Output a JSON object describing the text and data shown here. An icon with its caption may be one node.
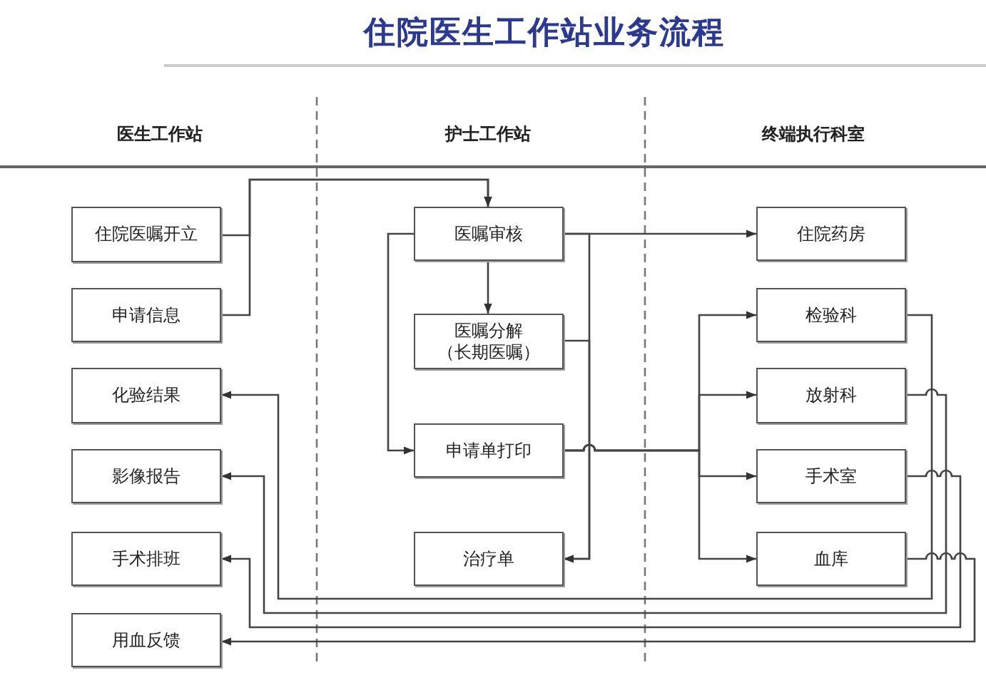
{
  "diagram": {
    "title": "住院医生工作站业务流程",
    "nodes": [
      {
        "text": [
          "住院医嘱开立"
        ]
      },
      {
        "text": [
          "申请信息"
        ]
      },
      {
        "text": [
          "化验结果"
        ]
      },
      {
        "text": [
          "影像报告"
        ]
      },
      {
        "text": [
          "手术排班"
        ]
      },
      {
        "text": [
          "用血反馈"
        ]
      },
      {
        "text": [
          "医嘱审核"
        ]
      },
      {
        "text": [
          "医嘱分解（长期医嘱）"
        ]
      },
      {
        "text": [
          "申请单打印"
        ]
      },
      {
        "text": [
          "治疗单"
        ]
      },
      {
        "text": [
          "住院药房"
        ]
      },
      {
        "text": [
          "检验科"
        ]
      },
      {
        "text": [
          "放射科"
        ]
      },
      {
        "text": [
          "手术室"
        ]
      },
      {
        "text": [
          "血库"
        ]
      }
    ],
    "edges": [
      {
        "from": 0,
        "to": 6,
        "arrow": "to"
      },
      {
        "from": 1,
        "to": 6,
        "arrow": "to"
      },
      {
        "from": 6,
        "to": 7,
        "arrow": "to"
      },
      {
        "from": 6,
        "to": 8,
        "arrow": "to"
      },
      {
        "from": 6,
        "to": 10,
        "arrow": "to"
      },
      {
        "from": 6,
        "to": 9,
        "arrow": "to"
      },
      {
        "from": 7,
        "to": 9,
        "arrow": "to"
      },
      {
        "from": 8,
        "to": 11,
        "arrow": "to"
      },
      {
        "from": 8,
        "to": 12,
        "arrow": "to"
      },
      {
        "from": 8,
        "to": 13,
        "arrow": "to"
      },
      {
        "from": 8,
        "to": 14,
        "arrow": "to"
      },
      {
        "from": 11,
        "to": 2,
        "arrow": "to"
      },
      {
        "from": 12,
        "to": 3,
        "arrow": "to"
      },
      {
        "from": 13,
        "to": 4,
        "arrow": "to"
      },
      {
        "from": 14,
        "to": 5,
        "arrow": "to"
      }
    ],
    "labels": [
      "医生工作站",
      "护士工作站",
      "终端执行科室"
    ]
  }
}
